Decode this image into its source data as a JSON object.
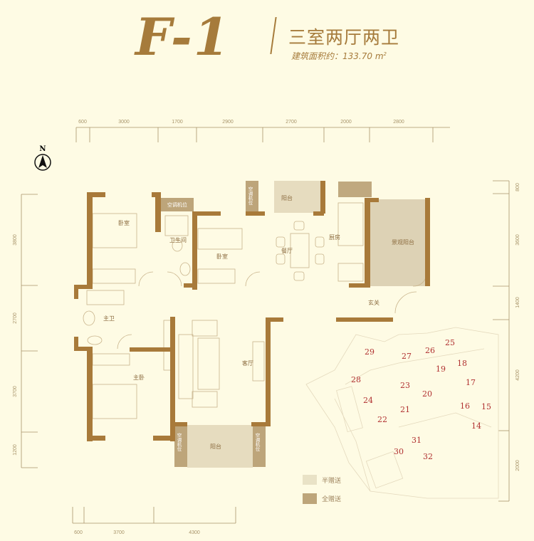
{
  "header": {
    "unit_type": "F-1",
    "layout": "三室两厅两卫",
    "area_label": "建筑面积约：133.70",
    "area_unit": "m",
    "area_unit_sup": "2"
  },
  "compass": {
    "label": "N"
  },
  "dimensions": {
    "top": [
      "600",
      "3000",
      "1700",
      "2900",
      "2700",
      "2000",
      "2800"
    ],
    "bottom": [
      "600",
      "3700",
      "4300"
    ],
    "left": [
      "3800",
      "2700",
      "3700",
      "1200"
    ],
    "right": [
      "800",
      "3600",
      "1400",
      "4200",
      "2000"
    ]
  },
  "rooms": {
    "bedroom_nw": "卧室",
    "bathroom": "卫生间",
    "bedroom_n": "卧室",
    "dining": "餐厅",
    "kitchen": "厨房",
    "scenic_balcony": "景观阳台",
    "entrance": "玄关",
    "master_bath": "主卫",
    "living": "客厅",
    "master_bedroom": "主卧",
    "balcony_s": "阳台",
    "balcony_n": "阳台",
    "ac_unit": "空调机位"
  },
  "site_plan": {
    "buildings": [
      "29",
      "27",
      "26",
      "25",
      "18",
      "19",
      "28",
      "23",
      "17",
      "24",
      "20",
      "16",
      "15",
      "21",
      "22",
      "14",
      "31",
      "30",
      "32"
    ]
  },
  "legend": {
    "half_gift": {
      "label": "半赠送",
      "color": "#e9e2c6"
    },
    "full_gift": {
      "label": "全赠送",
      "color": "#bda57a"
    }
  },
  "colors": {
    "wall": "#a87a3a",
    "accent": "#a67b3b",
    "background": "#fefbe4"
  }
}
